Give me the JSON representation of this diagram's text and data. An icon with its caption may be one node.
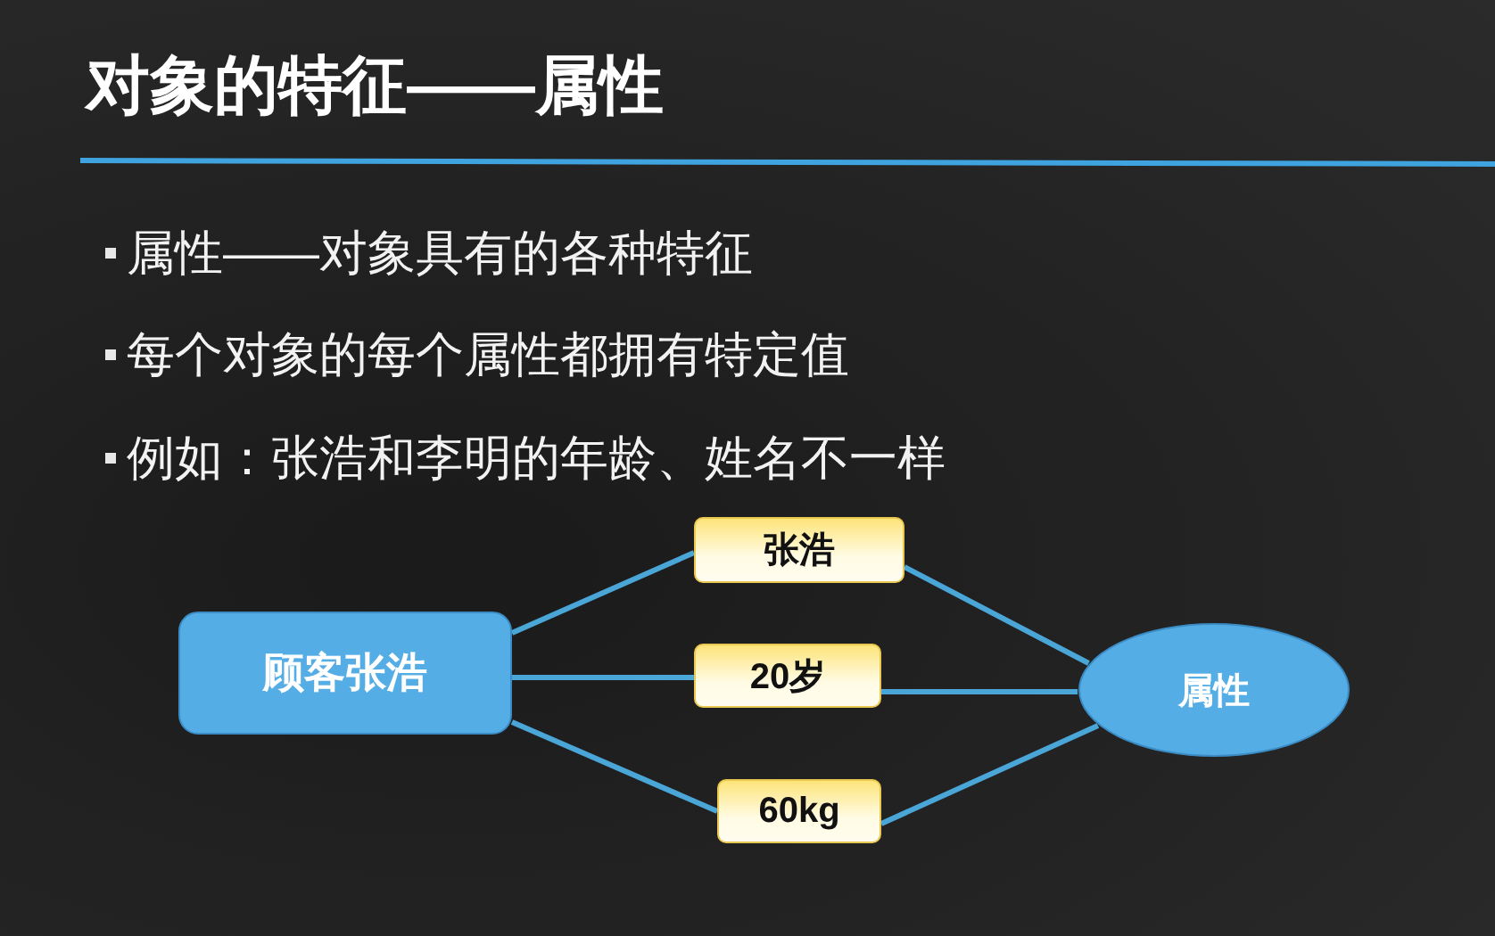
{
  "diagram": {
    "title": "对象的特征——属性",
    "nodes": [
      {
        "text": [
          "顾客张浩"
        ]
      },
      {
        "text": [
          "张浩"
        ]
      },
      {
        "text": [
          "20岁"
        ]
      },
      {
        "text": [
          "60kg"
        ]
      },
      {
        "text": [
          "属性"
        ]
      }
    ],
    "edges": [
      {
        "from": 0,
        "to": 1,
        "arrow": "none"
      },
      {
        "from": 0,
        "to": 2,
        "arrow": "none"
      },
      {
        "from": 0,
        "to": 3,
        "arrow": "none"
      },
      {
        "from": 1,
        "to": 4,
        "arrow": "none"
      },
      {
        "from": 2,
        "to": 4,
        "arrow": "none"
      },
      {
        "from": 3,
        "to": 4,
        "arrow": "none"
      }
    ],
    "labels": [
      "属性——对象具有的各种特征",
      "每个对象的每个属性都拥有特定值",
      "例如：张浩和李明的年龄、姓名不一样"
    ]
  }
}
